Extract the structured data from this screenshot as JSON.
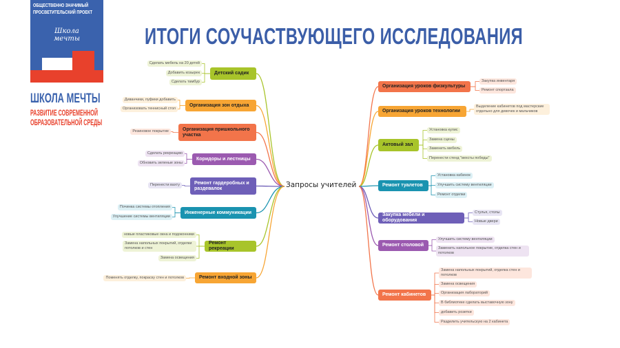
{
  "logo": {
    "top_line1": "ОБЩЕСТВЕННО ЗНАЧИМЫЙ",
    "top_line2": "ПРОСВЕТИТЕЛЬСКИЙ ПРОЕКТ",
    "script_line1": "Школа",
    "script_line2": "мечты",
    "brand": "ШКОЛА МЕЧТЫ",
    "subtitle1": "РАЗВИТИЕ СОВРЕМЕННОЙ",
    "subtitle2": "ОБРАЗОВАТЕЛЬНОЙ СРЕДЫ"
  },
  "title": "ИТОГИ СОУЧАСТВУЮЩЕГО ИССЛЕДОВАНИЯ",
  "center": "Запросы учителей",
  "colors": {
    "brand_blue": "#3a62ad",
    "brand_red": "#e8412c",
    "lime": "#a8c42a",
    "orange": "#f7a534",
    "coral": "#f2744a",
    "purple": "#9b5ab0",
    "indigo": "#6e5fb8",
    "teal": "#1a93b0"
  },
  "left": [
    {
      "label": "Детский садик",
      "leaves": [
        "Сделать мебель на 20 детей",
        "Добавить козырек",
        "Сделать тамбур"
      ]
    },
    {
      "label": "Организация зон отдыха",
      "leaves": [
        "Диванчики, пуфики добавить",
        "Организовать теннисный стол"
      ]
    },
    {
      "label": "Организация пришкольного участка",
      "leaves": [
        "Резиновое покрытие"
      ]
    },
    {
      "label": "Коридоры и лестницы",
      "leaves": [
        "Сделать рекреацию",
        "Обновить зеленые зоны"
      ]
    },
    {
      "label": "Ремонт гардеробных и раздевалок",
      "leaves": [
        "Перенести вахту"
      ]
    },
    {
      "label": "Инженерные коммуникации",
      "leaves": [
        "Починка системы отопления",
        "Улучшение системы вентиляции"
      ]
    },
    {
      "label": "Ремонт рекреации",
      "leaves": [
        "новые пластиковые окна и подоконники",
        "Замена напольных покрытий, отделки потолков и стен",
        "Замена освещения"
      ]
    },
    {
      "label": "Ремонт входной зоны",
      "leaves": [
        "Поменять отделку, покраску стен и потолков"
      ]
    }
  ],
  "right": [
    {
      "label": "Организация уроков физкультуры",
      "leaves": [
        "Закупка инвентаря",
        "Ремонт спортзала"
      ]
    },
    {
      "label": "Организация уроков технологии",
      "leaves": [
        "Выделение кабинетов под мастерские отдельно для девочек и мальчиков"
      ]
    },
    {
      "label": "Актовый зал",
      "leaves": [
        "Установка кулис",
        "Замена сцены",
        "Заменить мебель",
        "Перенести стенд \"вехсты победы\""
      ]
    },
    {
      "label": "Ремонт туалетов",
      "leaves": [
        "Установка кабинок",
        "Улучшить систему вентиляции",
        "Ремонт отделки"
      ]
    },
    {
      "label": "Закупка мебели и оборудования",
      "leaves": [
        "Стулья, столы",
        "Новые двери"
      ]
    },
    {
      "label": "Ремонт столовой",
      "leaves": [
        "Улучшить систему вентиляции",
        "Заменить напольное покрытие, отделка стен и потолков"
      ]
    },
    {
      "label": "Ремонт кабинетов",
      "leaves": [
        "Замена напольных покрытий, отделка стен и потолков",
        "Замена освещения",
        "Организация лабораторий",
        "В библиотеке сделать выставочную зону",
        "добавить розетки",
        "Разделить учительскую на 2 кабинета"
      ]
    }
  ]
}
